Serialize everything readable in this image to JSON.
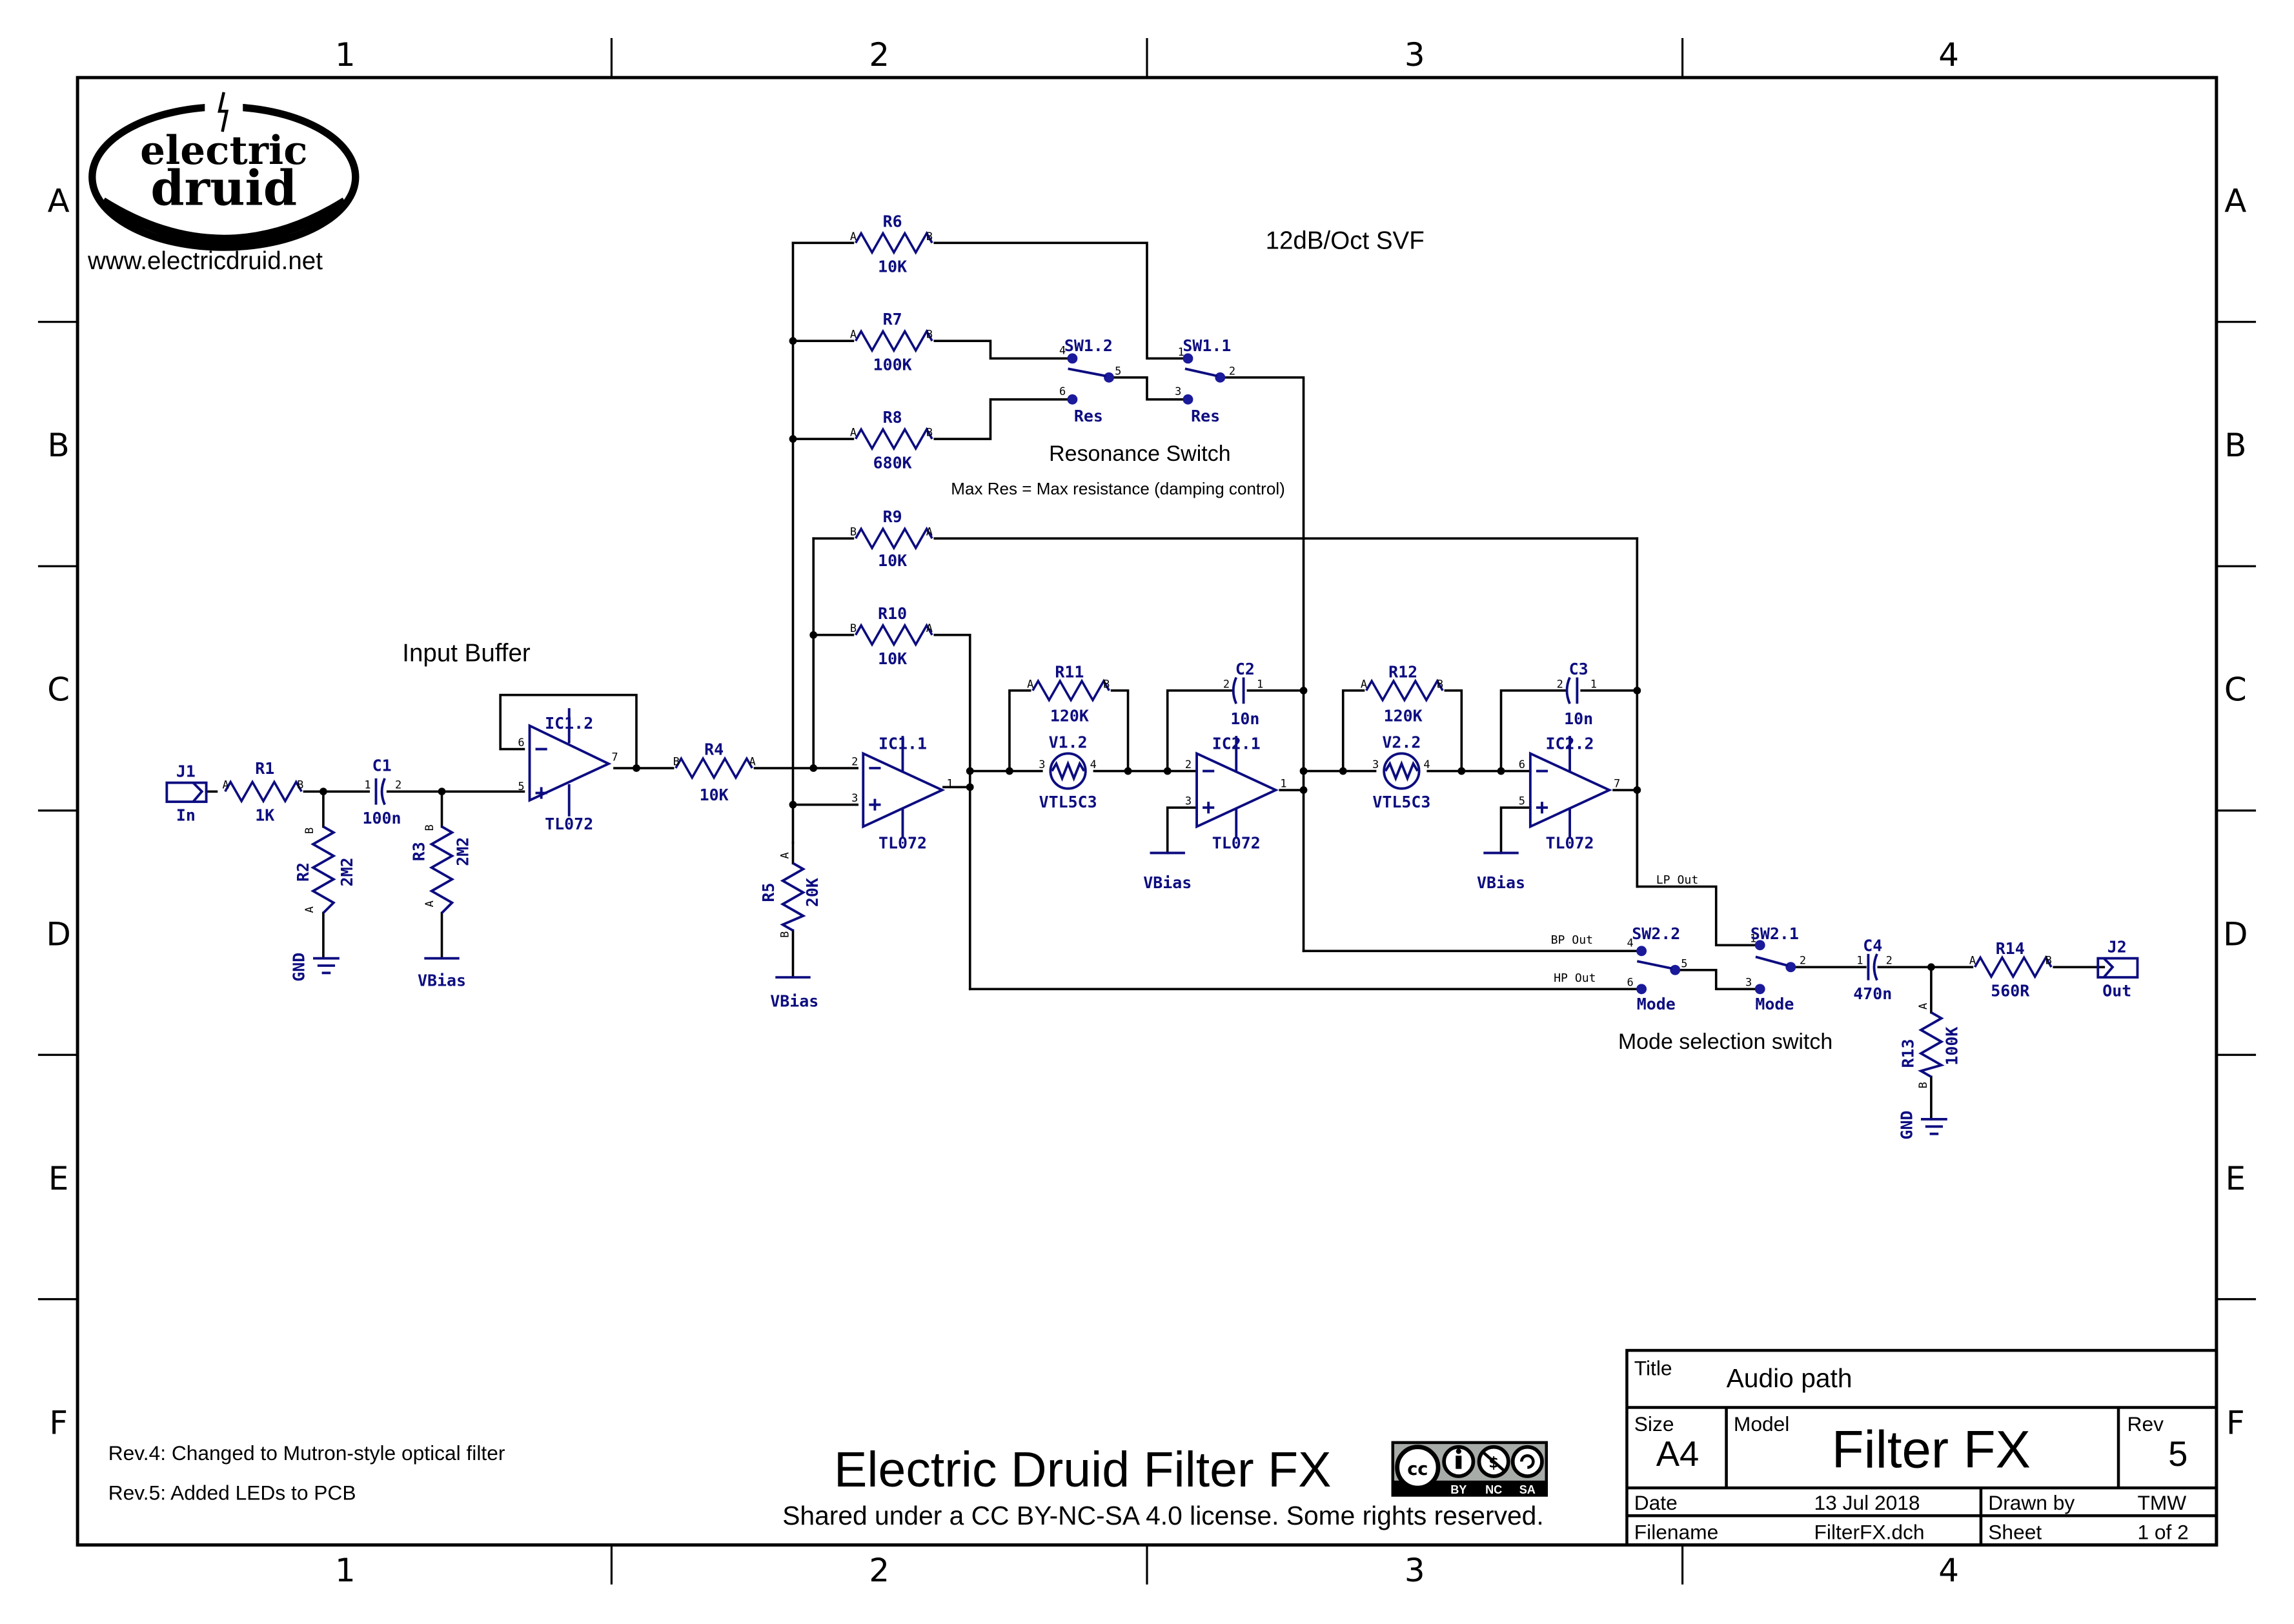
{
  "sheet": {
    "column_labels": [
      "1",
      "2",
      "3",
      "4"
    ],
    "row_labels": [
      "A",
      "B",
      "C",
      "D",
      "E",
      "F"
    ]
  },
  "logo": {
    "line1": "electric",
    "line2": "druid",
    "url": "www.electricdruid.net"
  },
  "section_labels": {
    "svf": "12dB/Oct SVF",
    "input_buffer": "Input Buffer",
    "resonance_switch": "Resonance Switch",
    "max_res_note": "Max Res = Max resistance (damping control)",
    "mode_switch": "Mode selection switch"
  },
  "nets": {
    "lp_out": "LP Out",
    "bp_out": "BP Out",
    "hp_out": "HP Out"
  },
  "components": {
    "J1": {
      "ref": "J1",
      "value": "In"
    },
    "J2": {
      "ref": "J2",
      "value": "Out"
    },
    "R1": {
      "ref": "R1",
      "value": "1K"
    },
    "R2": {
      "ref": "R2",
      "value": "2M2"
    },
    "R3": {
      "ref": "R3",
      "value": "2M2"
    },
    "R4": {
      "ref": "R4",
      "value": "10K"
    },
    "R5": {
      "ref": "R5",
      "value": "20K"
    },
    "R6": {
      "ref": "R6",
      "value": "10K"
    },
    "R7": {
      "ref": "R7",
      "value": "100K"
    },
    "R8": {
      "ref": "R8",
      "value": "680K"
    },
    "R9": {
      "ref": "R9",
      "value": "10K"
    },
    "R10": {
      "ref": "R10",
      "value": "10K"
    },
    "R11": {
      "ref": "R11",
      "value": "120K"
    },
    "R12": {
      "ref": "R12",
      "value": "120K"
    },
    "R13": {
      "ref": "R13",
      "value": "100K"
    },
    "R14": {
      "ref": "R14",
      "value": "560R"
    },
    "C1": {
      "ref": "C1",
      "value": "100n"
    },
    "C2": {
      "ref": "C2",
      "value": "10n"
    },
    "C3": {
      "ref": "C3",
      "value": "10n"
    },
    "C4": {
      "ref": "C4",
      "value": "470n"
    },
    "V12": {
      "ref": "V1.2",
      "value": "VTL5C3"
    },
    "V22": {
      "ref": "V2.2",
      "value": "VTL5C3"
    },
    "IC12": {
      "ref": "IC1.2",
      "value": "TL072"
    },
    "IC11": {
      "ref": "IC1.1",
      "value": "TL072"
    },
    "IC21": {
      "ref": "IC2.1",
      "value": "TL072"
    },
    "IC22": {
      "ref": "IC2.2",
      "value": "TL072"
    },
    "SW11": {
      "ref": "SW1.1",
      "value": "Res"
    },
    "SW12": {
      "ref": "SW1.2",
      "value": "Res"
    },
    "SW21": {
      "ref": "SW2.1",
      "value": "Mode"
    },
    "SW22": {
      "ref": "SW2.2",
      "value": "Mode"
    }
  },
  "power": {
    "gnd": "GND",
    "vbias": "VBias"
  },
  "revisions": [
    "Rev.4: Changed to Mutron-style optical filter",
    "Rev.5: Added LEDs to PCB"
  ],
  "footer": {
    "project_title": "Electric Druid Filter FX",
    "license_text": "Shared under a CC BY-NC-SA 4.0 license. Some rights reserved.",
    "license_badge": {
      "by": "BY",
      "nc": "NC",
      "sa": "SA",
      "cc": "cc"
    }
  },
  "title_block": {
    "title_label": "Title",
    "title": "Audio path",
    "size_label": "Size",
    "size": "A4",
    "model_label": "Model",
    "model": "Filter FX",
    "rev_label": "Rev",
    "rev": "5",
    "date_label": "Date",
    "date": "13 Jul 2018",
    "drawn_by_label": "Drawn by",
    "drawn_by": "TMW",
    "filename_label": "Filename",
    "filename": "FilterFX.dch",
    "sheet_label": "Sheet",
    "sheet": "1 of 2"
  }
}
